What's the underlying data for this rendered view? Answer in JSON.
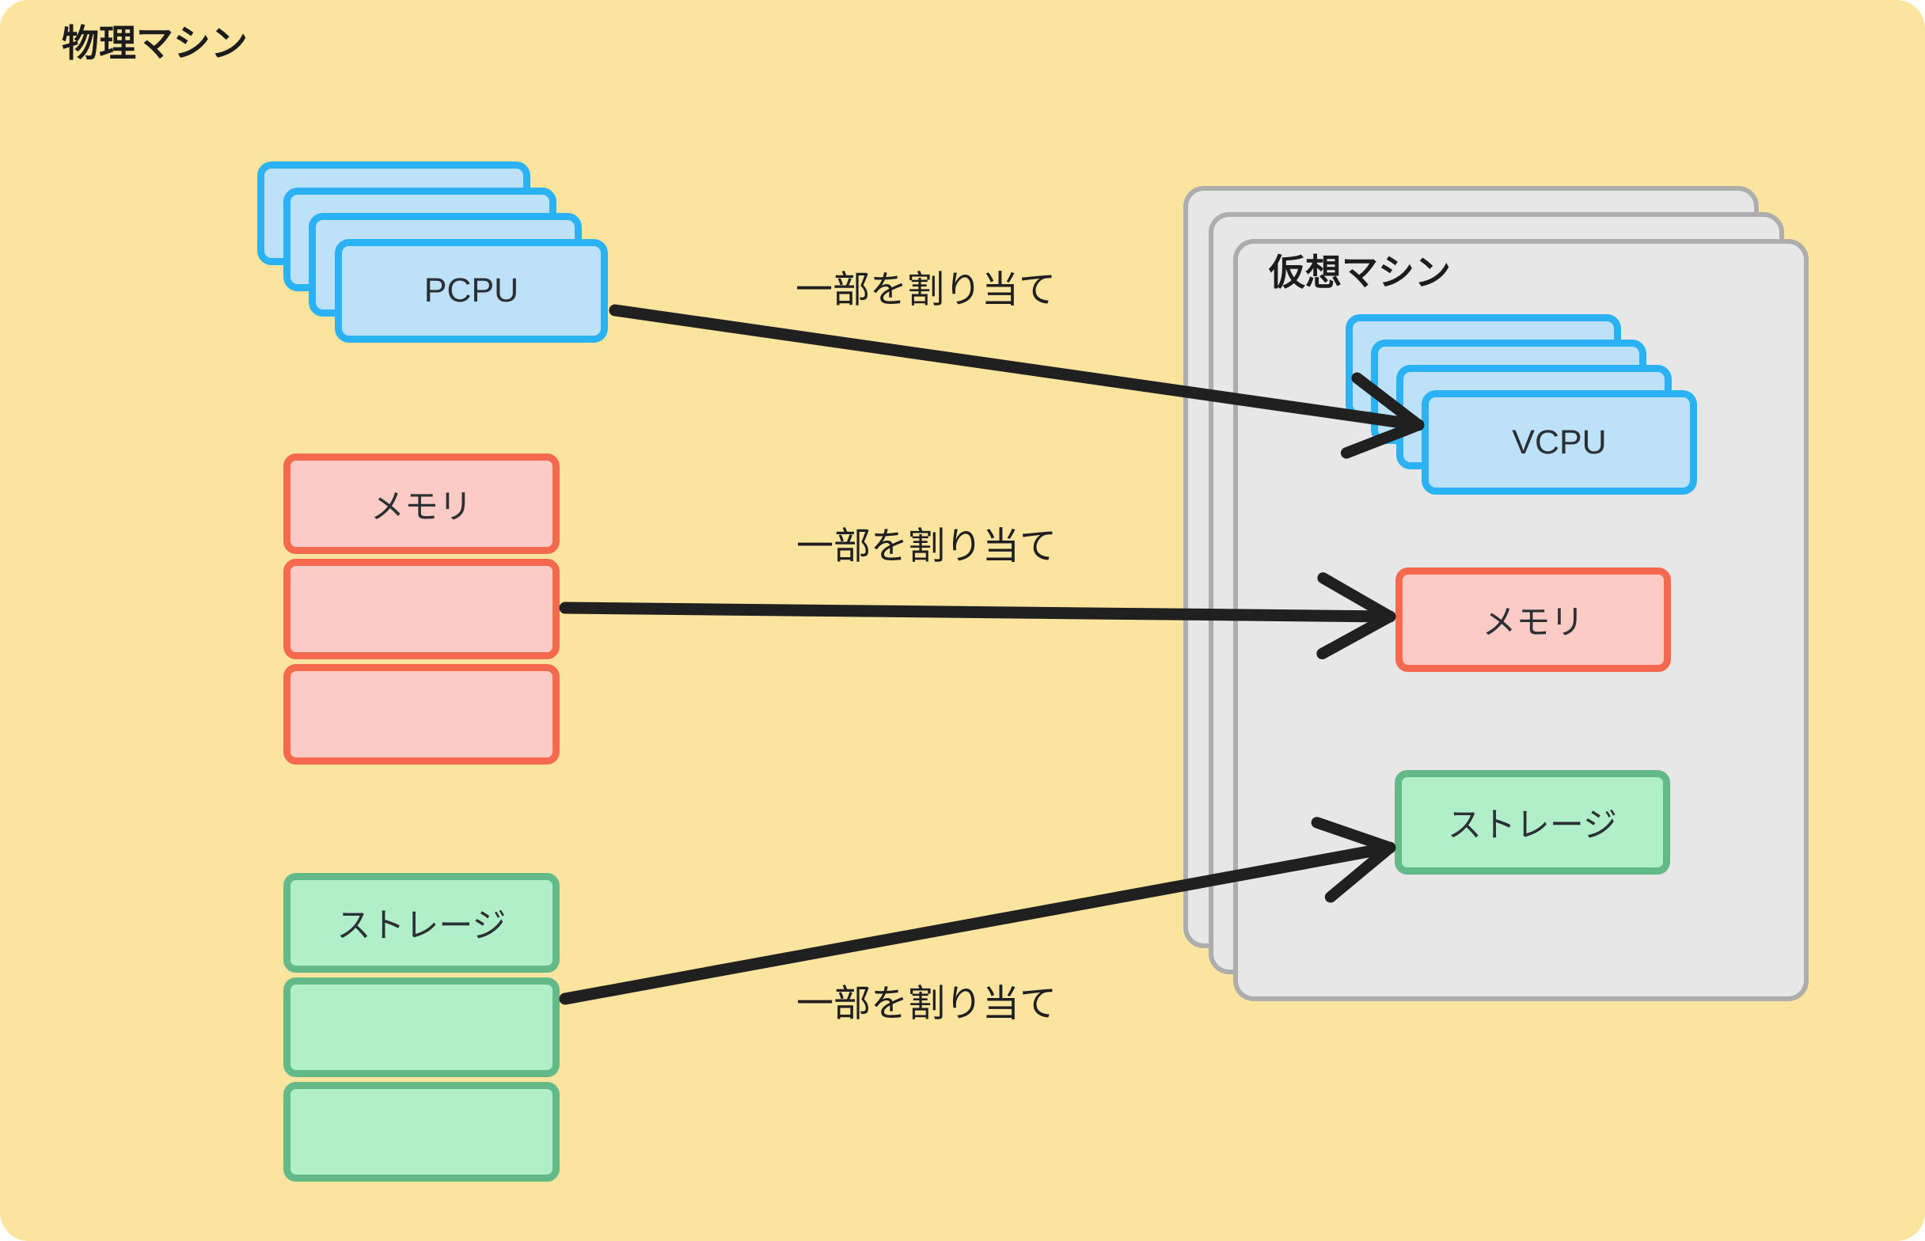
{
  "diagram": {
    "physical_machine": {
      "title": "物理マシン",
      "pcpu": {
        "label": "PCPU",
        "count": 4
      },
      "memory": {
        "label": "メモリ",
        "count": 3
      },
      "storage": {
        "label": "ストレージ",
        "count": 3
      }
    },
    "virtual_machine": {
      "title": "仮想マシン",
      "count": 3,
      "vcpu": {
        "label": "VCPU",
        "count": 4
      },
      "memory": {
        "label": "メモリ"
      },
      "storage": {
        "label": "ストレージ"
      }
    },
    "arrows": [
      {
        "id": "pcpu-to-vcpu",
        "label": "一部を割り当て"
      },
      {
        "id": "memory-to-memory",
        "label": "一部を割り当て"
      },
      {
        "id": "storage-to-storage",
        "label": "一部を割り当て"
      }
    ],
    "colors": {
      "canvas_bg": "#FBE49E",
      "cpu_fill": "#BEE1FA",
      "cpu_border": "#2AB2F4",
      "memory_fill": "#FCCBC5",
      "memory_border": "#F5694F",
      "storage_fill": "#B0EFC9",
      "storage_border": "#63BA88",
      "vm_fill": "#E7E7E7",
      "vm_border": "#ADADAD",
      "arrow": "#202020",
      "text": "#1E1E1E"
    }
  }
}
